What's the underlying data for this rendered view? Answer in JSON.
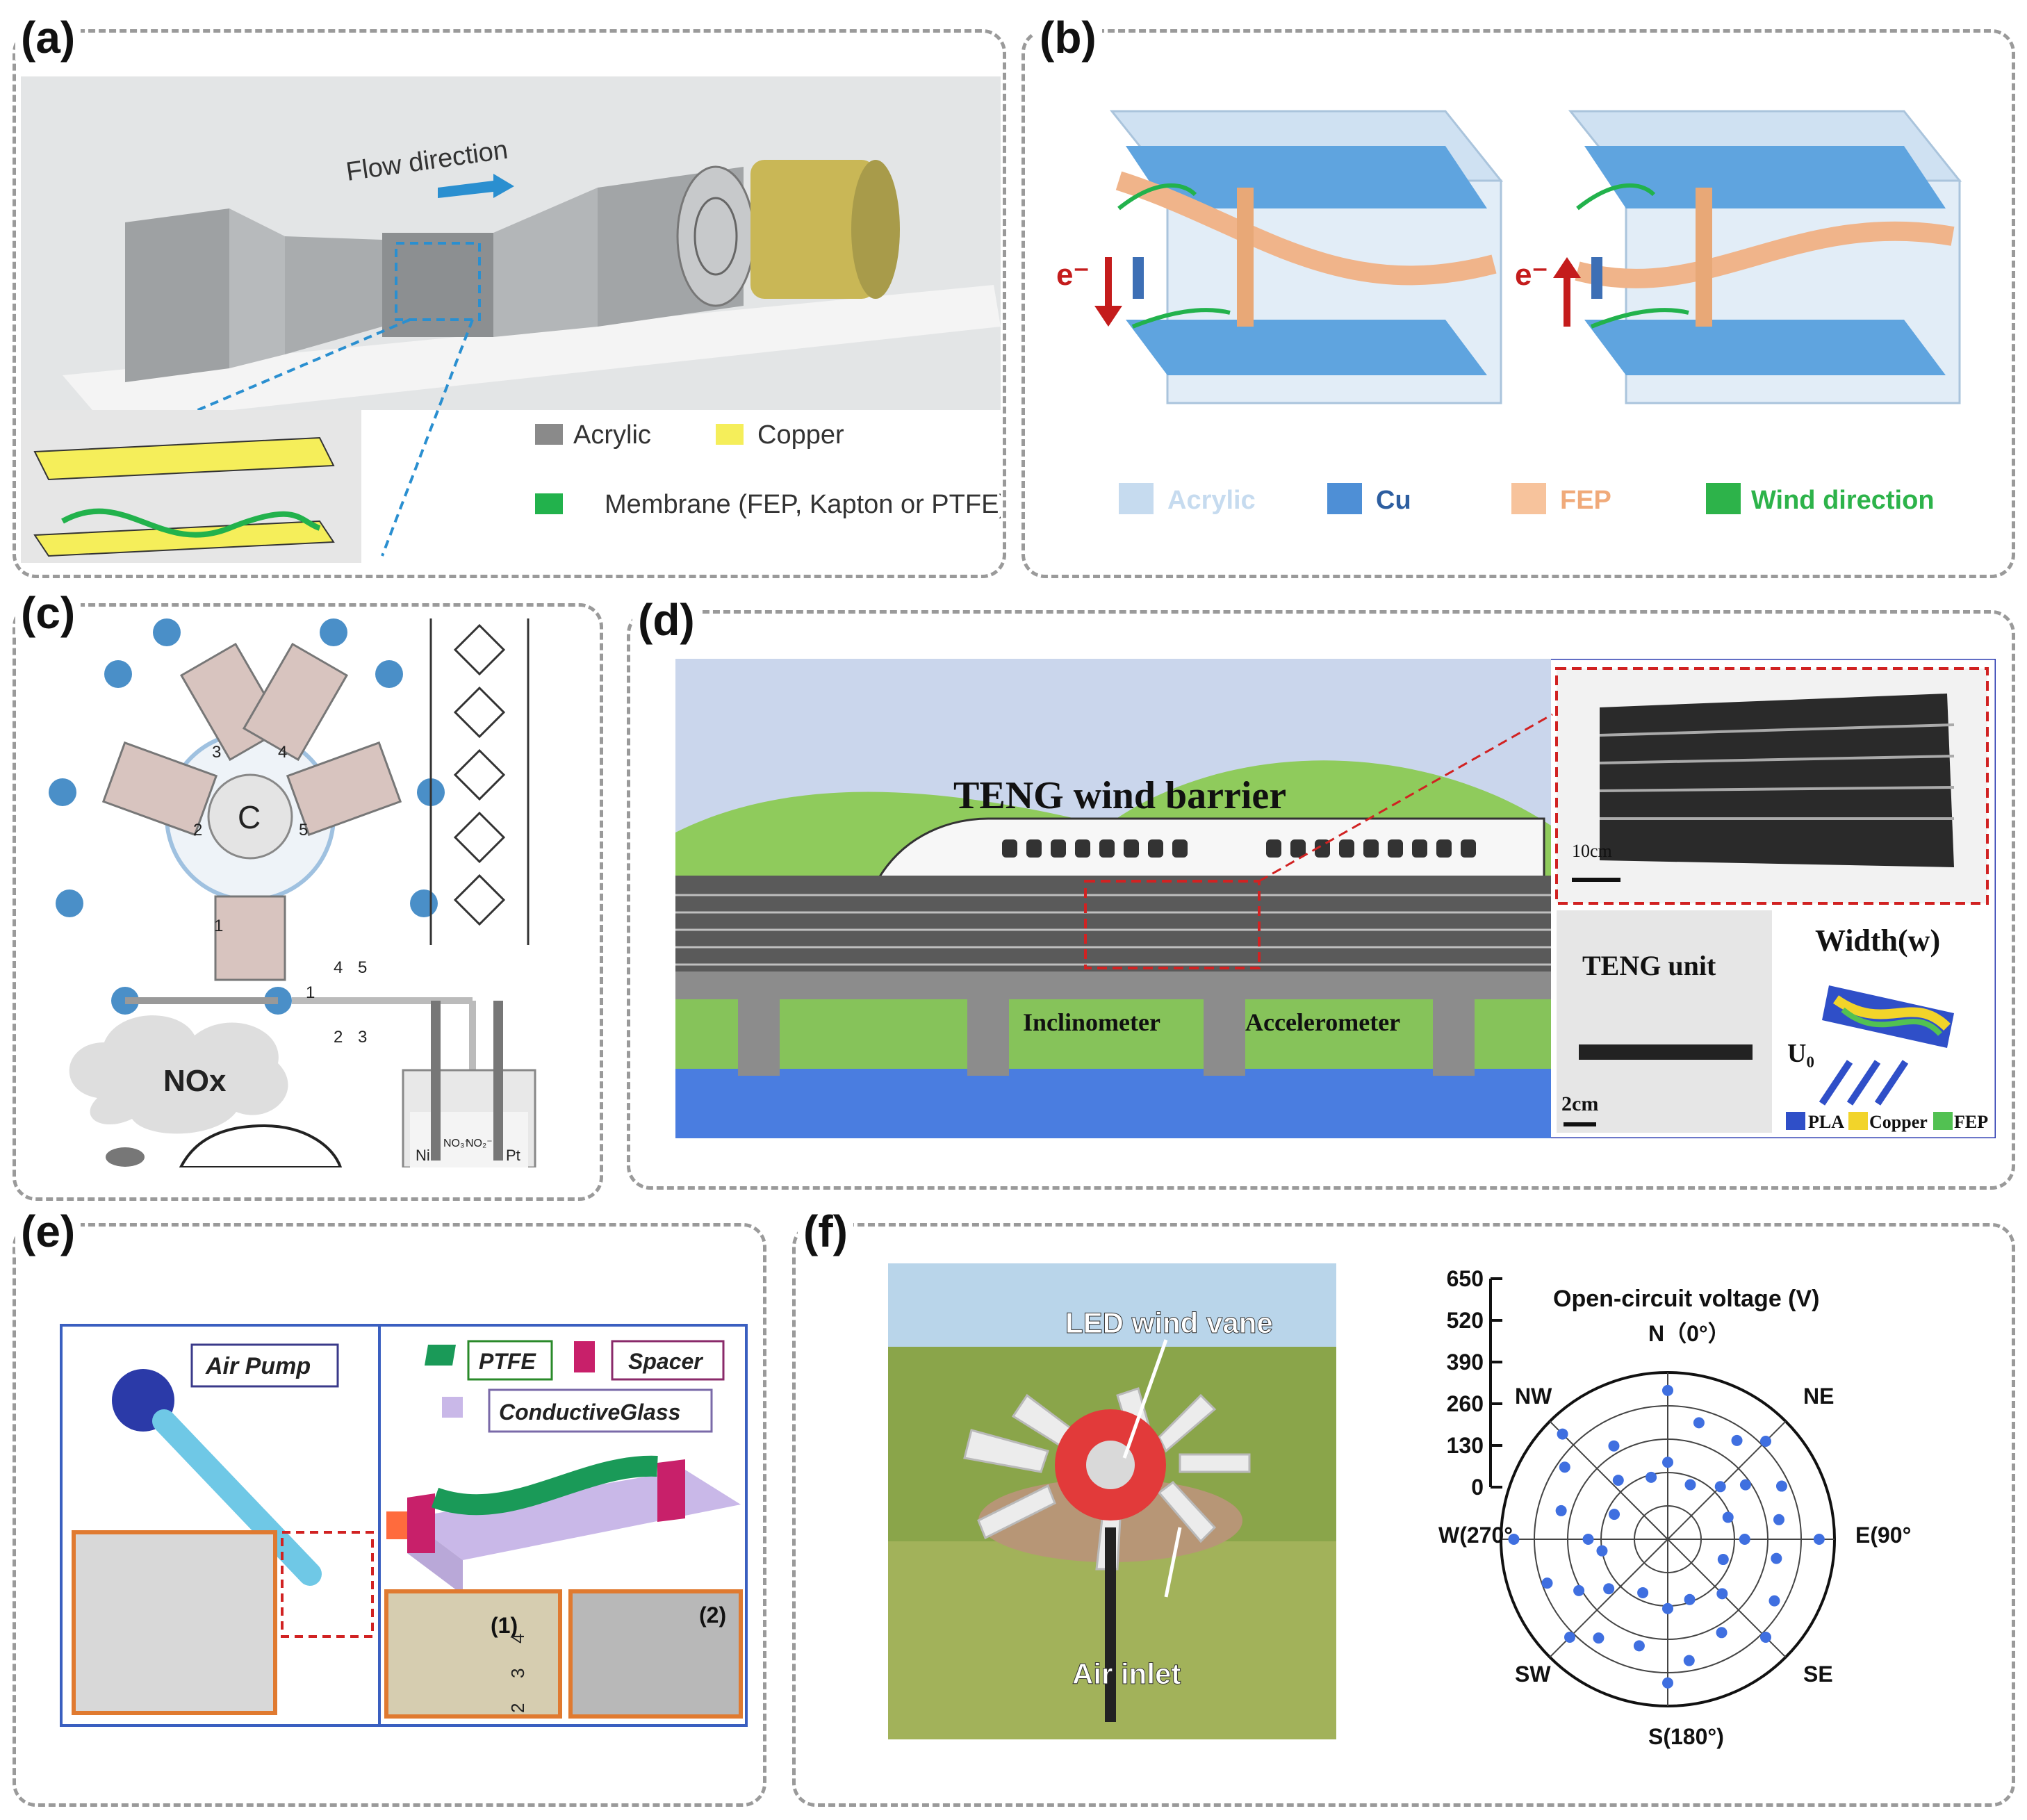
{
  "panels": {
    "a": {
      "label": "(a)",
      "flow_direction": "Flow direction",
      "legend": {
        "acrylic": "Acrylic",
        "copper": "Copper",
        "membrane": "Membrane (FEP, Kapton or PTFE)"
      },
      "colors": {
        "acrylic": "#8a8a8a",
        "copper": "#f5ee5a",
        "membrane": "#22b24c"
      }
    },
    "b": {
      "label": "(b)",
      "electron_left": "e⁻",
      "electron_right": "e⁻",
      "legend": {
        "acrylic": "Acrylic",
        "cu": "Cu",
        "fep": "FEP",
        "wind": "Wind direction"
      },
      "colors": {
        "acrylic": "#c6dbef",
        "cu": "#4e8fd6",
        "fep": "#f7c39c",
        "wind": "#2db34a"
      }
    },
    "c": {
      "label": "(c)",
      "nox": "NOx",
      "port_numbers": [
        "1",
        "2",
        "3",
        "4",
        "5"
      ],
      "valve_numbers": [
        "1",
        "2",
        "3",
        "4",
        "5"
      ],
      "electrodes": {
        "ni": "Ni",
        "no3": "NO₃⁻",
        "no2": "NO₂⁻",
        "pt": "Pt"
      }
    },
    "d": {
      "label": "(d)",
      "title": "TENG wind barrier",
      "inclinometer": "Inclinometer",
      "accelerometer": "Accelerometer",
      "scale_photo": "10cm",
      "teng_unit": "TENG unit",
      "scale_unit": "2cm",
      "width_label": "Width(w)",
      "u0": "U₀",
      "legend": {
        "pla": "PLA",
        "copper": "Copper",
        "fep": "FEP"
      },
      "colors": {
        "pla": "#2f4fc8",
        "copper": "#f2d42a",
        "fep": "#52c152"
      }
    },
    "e": {
      "label": "(e)",
      "air_pump": "Air Pump",
      "legend": {
        "ptfe": "PTFE",
        "spacer": "Spacer",
        "glass": "ConductiveGlass"
      },
      "photo1": "(1)",
      "photo2": "(2)",
      "ruler_numbers": [
        "2",
        "3",
        "4"
      ],
      "colors": {
        "ptfe": "#1a9a58",
        "spacer": "#c8206a",
        "glass": "#c9b8e8"
      }
    },
    "f": {
      "label": "(f)",
      "led_wind_vane": "LED wind vane",
      "air_inlet": "Air inlet",
      "compass": {
        "n": "N（0°）",
        "ne": "NE",
        "e": "E(90°",
        "se": "SE",
        "s": "S(180°)",
        "sw": "SW",
        "w": "W(270°",
        "nw": "NW"
      },
      "chart_title": "Open-circuit voltage (V)",
      "scale_ticks": [
        "650",
        "520",
        "390",
        "260",
        "130",
        "0"
      ]
    }
  },
  "chart_data": {
    "type": "scatter",
    "subtype": "polar",
    "title": "Open-circuit voltage (V)",
    "r_ticks": [
      0,
      130,
      260,
      390,
      520,
      650
    ],
    "rlim": [
      0,
      650
    ],
    "theta_unit": "degrees",
    "angle_labels": [
      "N（0°）",
      "NE",
      "E(90°",
      "SE",
      "S(180°)",
      "SW",
      "W(270°",
      "NW"
    ],
    "marker_color": "#3f6fe0",
    "points": [
      {
        "theta": 0,
        "r": 580
      },
      {
        "theta": 0,
        "r": 300
      },
      {
        "theta": 15,
        "r": 470
      },
      {
        "theta": 22.5,
        "r": 230
      },
      {
        "theta": 35,
        "r": 470
      },
      {
        "theta": 45,
        "r": 540
      },
      {
        "theta": 45,
        "r": 290
      },
      {
        "theta": 55,
        "r": 370
      },
      {
        "theta": 65,
        "r": 490
      },
      {
        "theta": 70,
        "r": 250
      },
      {
        "theta": 80,
        "r": 440
      },
      {
        "theta": 90,
        "r": 590
      },
      {
        "theta": 90,
        "r": 300
      },
      {
        "theta": 100,
        "r": 430
      },
      {
        "theta": 110,
        "r": 230
      },
      {
        "theta": 120,
        "r": 480
      },
      {
        "theta": 135,
        "r": 540
      },
      {
        "theta": 135,
        "r": 300
      },
      {
        "theta": 150,
        "r": 420
      },
      {
        "theta": 160,
        "r": 250
      },
      {
        "theta": 170,
        "r": 480
      },
      {
        "theta": 180,
        "r": 560
      },
      {
        "theta": 180,
        "r": 270
      },
      {
        "theta": 195,
        "r": 430
      },
      {
        "theta": 205,
        "r": 230
      },
      {
        "theta": 215,
        "r": 470
      },
      {
        "theta": 225,
        "r": 540
      },
      {
        "theta": 230,
        "r": 300
      },
      {
        "theta": 240,
        "r": 400
      },
      {
        "theta": 250,
        "r": 500
      },
      {
        "theta": 260,
        "r": 260
      },
      {
        "theta": 270,
        "r": 600
      },
      {
        "theta": 270,
        "r": 310
      },
      {
        "theta": 285,
        "r": 430
      },
      {
        "theta": 295,
        "r": 230
      },
      {
        "theta": 305,
        "r": 490
      },
      {
        "theta": 315,
        "r": 580
      },
      {
        "theta": 320,
        "r": 300
      },
      {
        "theta": 330,
        "r": 420
      },
      {
        "theta": 345,
        "r": 250
      }
    ]
  }
}
